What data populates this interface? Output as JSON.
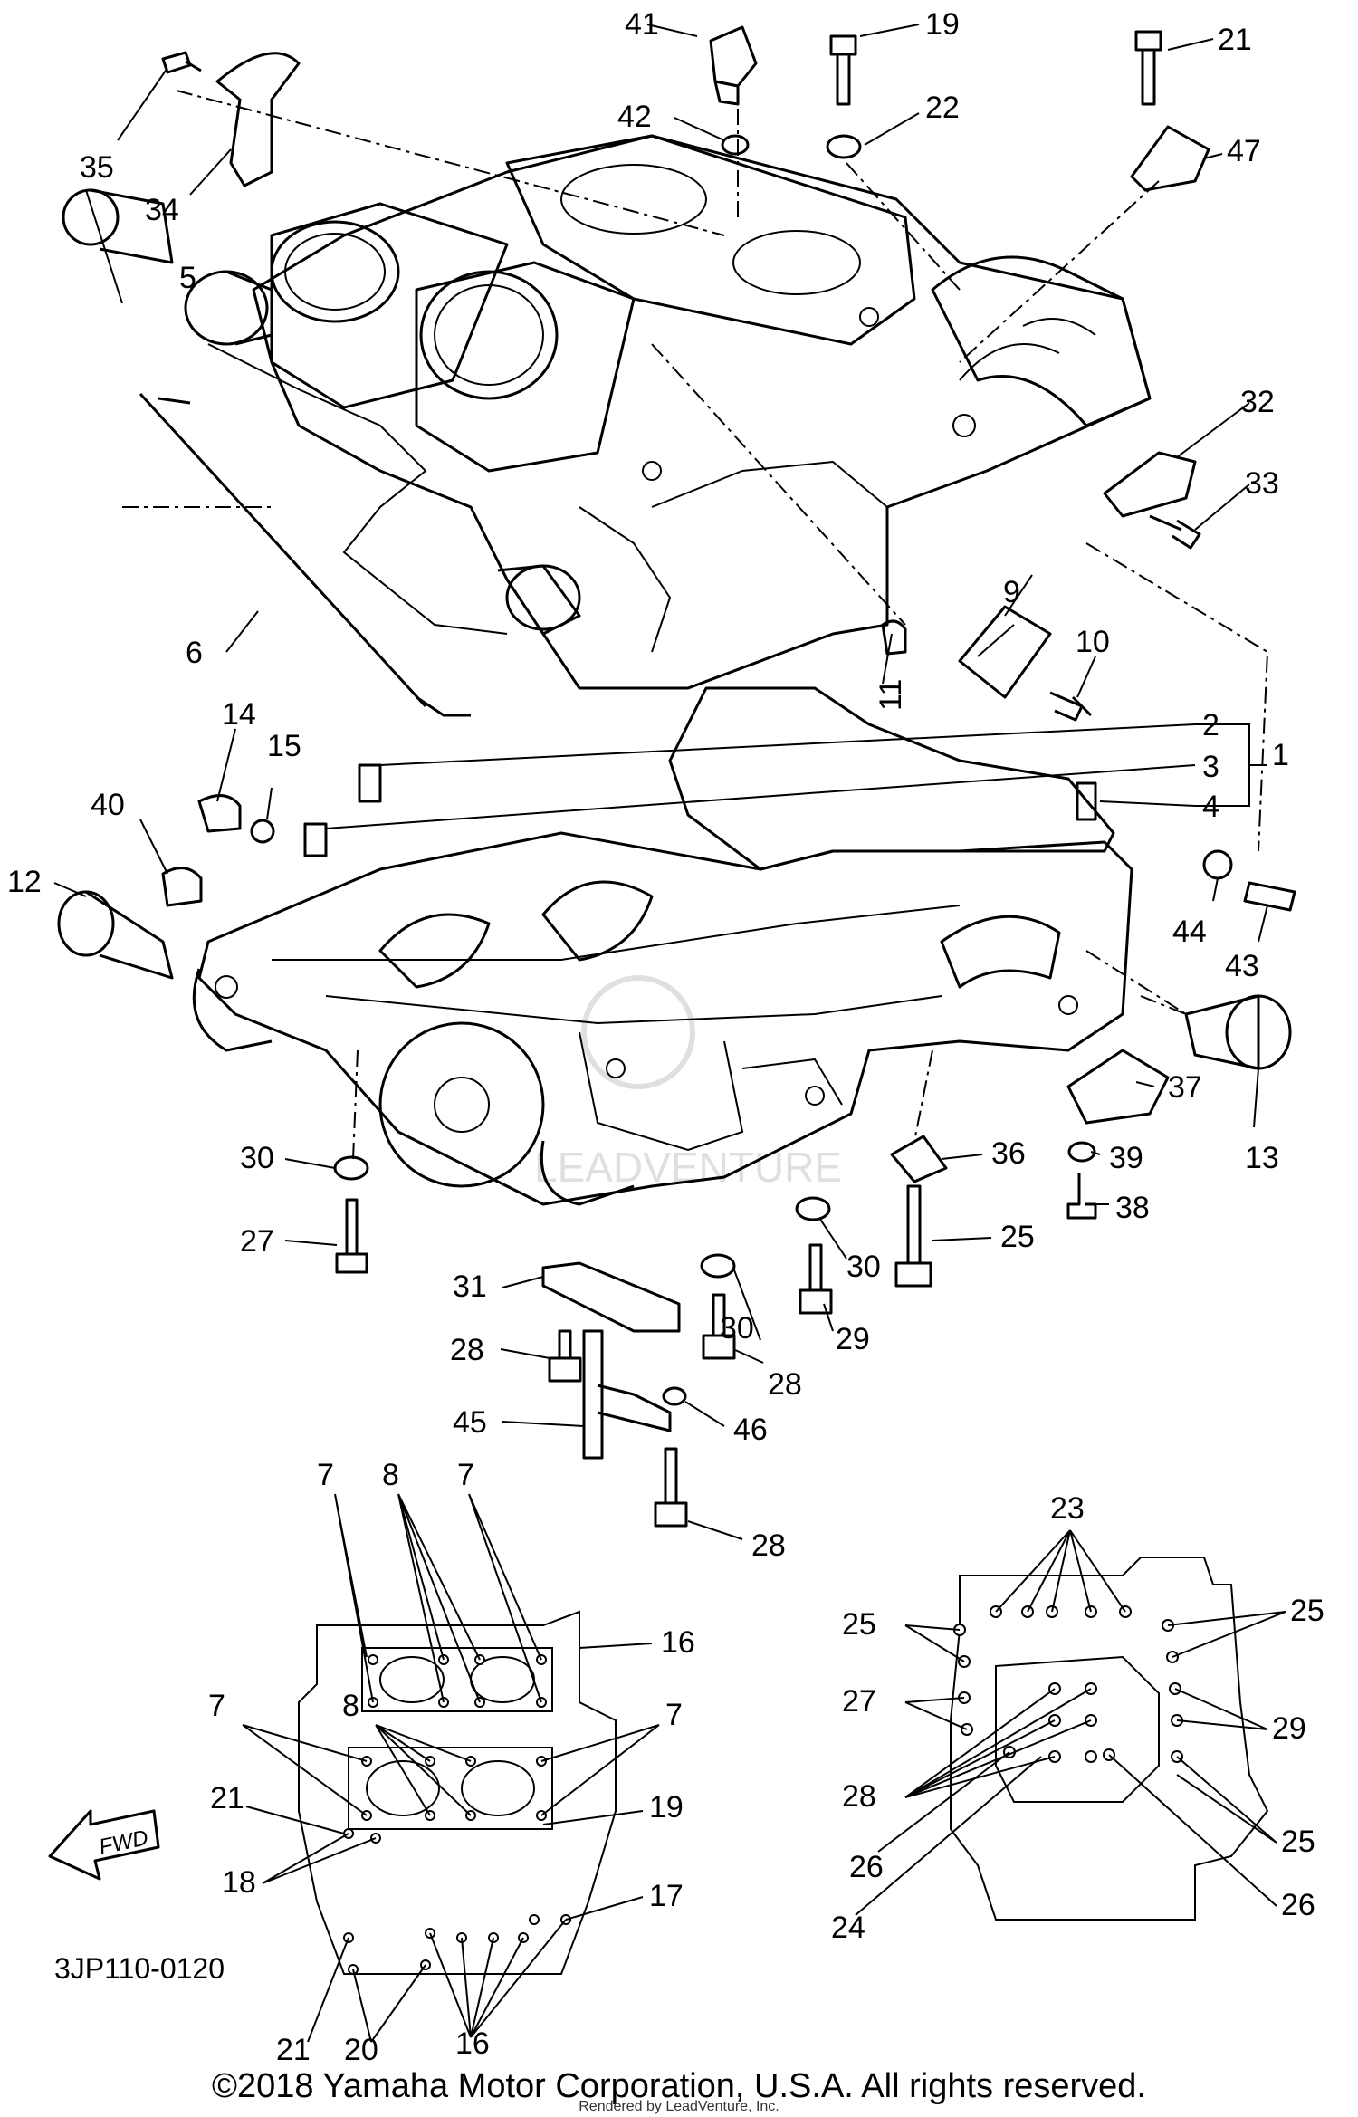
{
  "callouts": {
    "c1": "1",
    "c2": "2",
    "c3": "3",
    "c4": "4",
    "c5": "5",
    "c6": "6",
    "c9": "9",
    "c10": "10",
    "c11": "11",
    "c12": "12",
    "c13": "13",
    "c14": "14",
    "c15": "15",
    "c19": "19",
    "c21": "21",
    "c22": "22",
    "c25": "25",
    "c27": "27",
    "c28a": "28",
    "c28b": "28",
    "c28c": "28",
    "c29": "29",
    "c30a": "30",
    "c30b": "30",
    "c30c": "30",
    "c31": "31",
    "c32": "32",
    "c33": "33",
    "c34": "34",
    "c35": "35",
    "c36": "36",
    "c37": "37",
    "c38": "38",
    "c39": "39",
    "c40": "40",
    "c41": "41",
    "c42": "42",
    "c43": "43",
    "c44": "44",
    "c45": "45",
    "c46": "46",
    "c47": "47"
  },
  "left_inset": {
    "top_7a": "7",
    "top_8": "8",
    "top_7b": "7",
    "top_16": "16",
    "mid_7a": "7",
    "mid_8": "8",
    "mid_7b": "7",
    "l21": "21",
    "l18": "18",
    "l19": "19",
    "l17": "17",
    "b21": "21",
    "b20": "20",
    "b16": "16",
    "fwd": "FWD"
  },
  "right_inset": {
    "r23": "23",
    "r25a": "25",
    "r25b": "25",
    "r27": "27",
    "r29": "29",
    "r28": "28",
    "r25c": "25",
    "r26a": "26",
    "r26b": "26",
    "r24": "24"
  },
  "diagram_code": "3JP110-0120",
  "watermark_text": "LEADVENTURE",
  "copyright": "©2018 Yamaha Motor Corporation, U.S.A. All rights reserved.",
  "rendered_by": "Rendered by LeadVenture, Inc."
}
